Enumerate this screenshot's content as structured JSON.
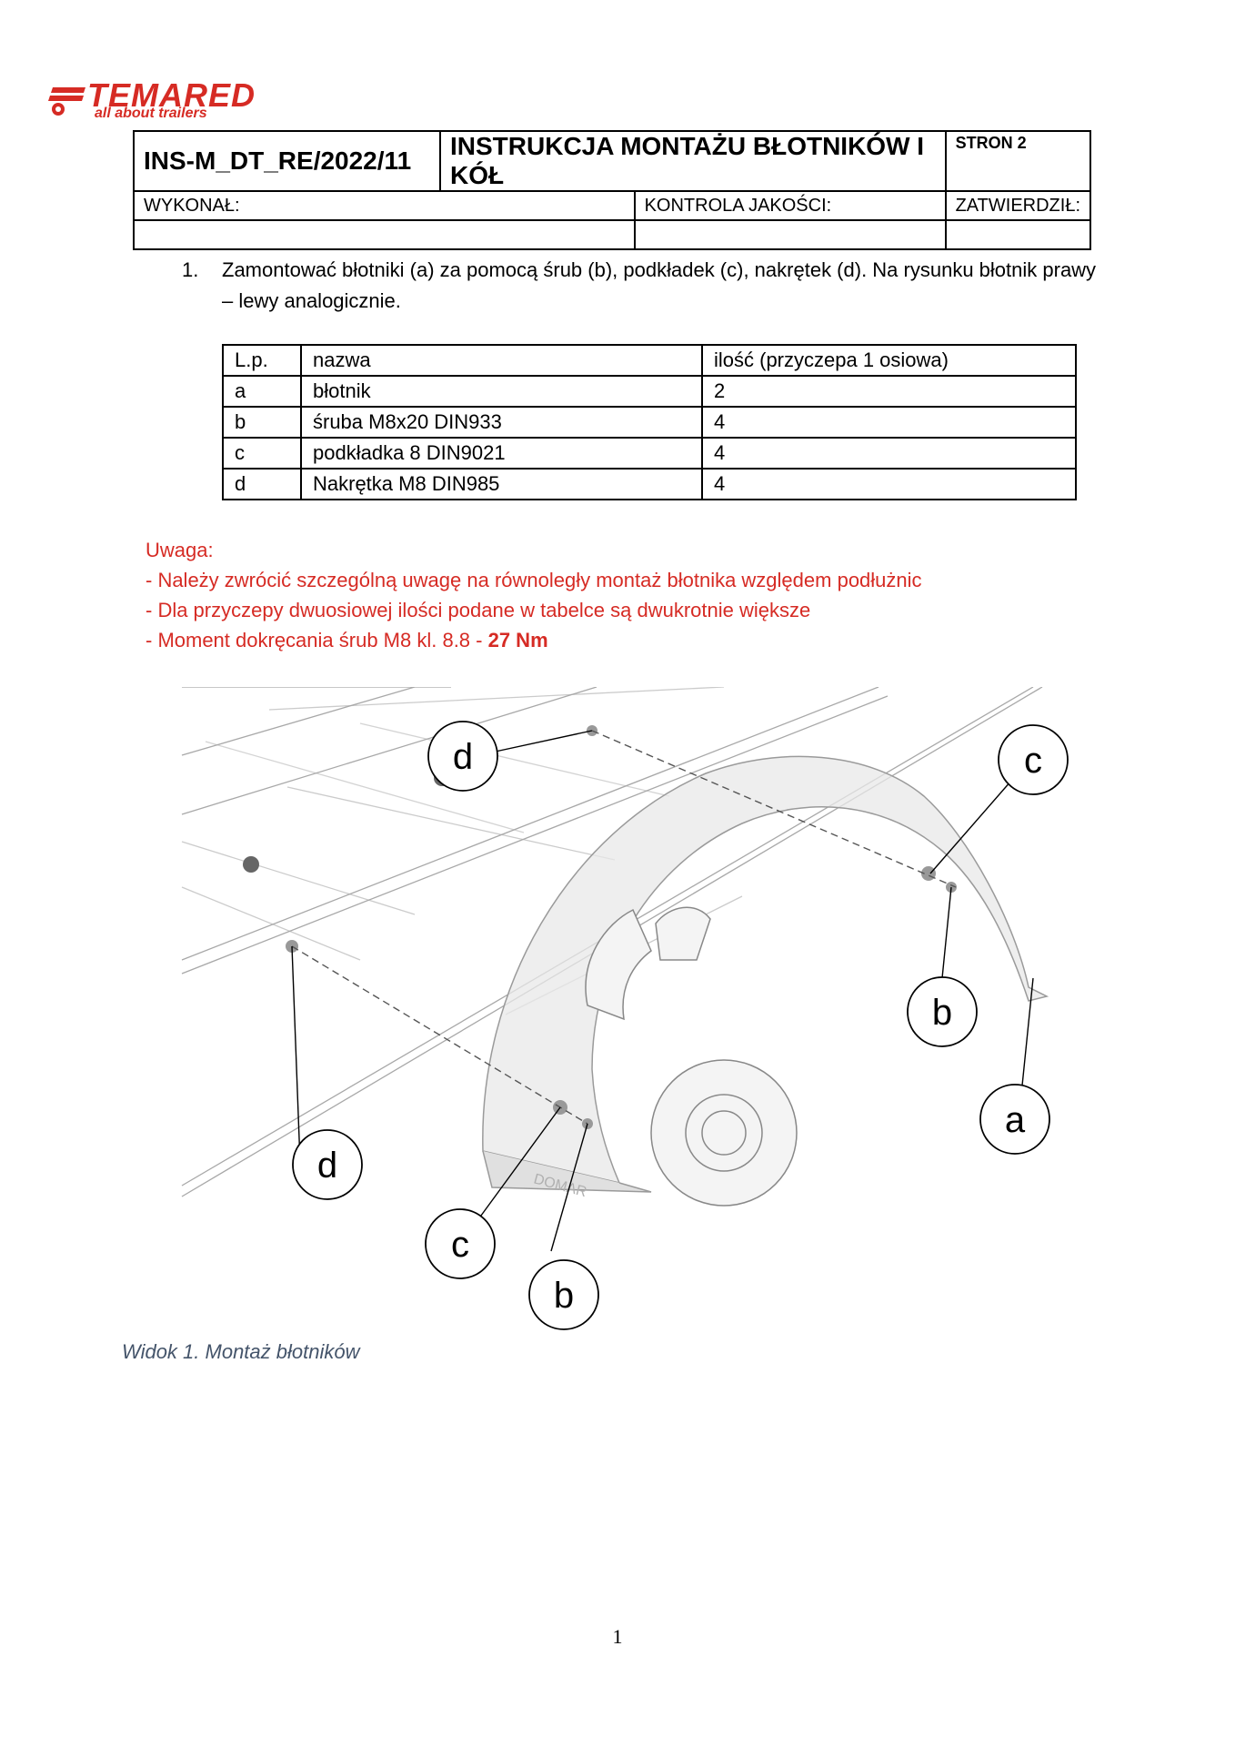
{
  "logo": {
    "name": "TEMARED",
    "tagline": "all about trailers",
    "color": "#d62b24"
  },
  "header": {
    "code": "INS-M_DT_RE/2022/11",
    "title": "INSTRUKCJA MONTAŻU BŁOTNIKÓW I KÓŁ",
    "pages": "STRON 2",
    "performed_by": "WYKONAŁ:",
    "quality_control": "KONTROLA JAKOŚCI:",
    "approved_by": "ZATWIERDZIŁ:"
  },
  "step": {
    "number": "1.",
    "text": "Zamontować błotniki (a) za pomocą śrub (b), podkładek (c), nakrętek (d). Na rysunku błotnik prawy – lewy analogicznie."
  },
  "parts_table": {
    "headers": [
      "L.p.",
      "nazwa",
      "ilość (przyczepa 1 osiowa)"
    ],
    "rows": [
      [
        "a",
        "błotnik",
        "2"
      ],
      [
        "b",
        "śruba M8x20 DIN933",
        "4"
      ],
      [
        "c",
        "podkładka 8 DIN9021",
        "4"
      ],
      [
        "d",
        "Nakrętka M8 DIN985",
        "4"
      ]
    ]
  },
  "warning": {
    "title": "Uwaga:",
    "line1": "- Należy zwrócić szczególną uwagę na równoległy montaż błotnika względem podłużnic",
    "line2": "- Dla przyczepy dwuosiowej ilości podane w tabelce są dwukrotnie większe",
    "line3_prefix": "- Moment dokręcania śrub M8 kl. 8.8 - ",
    "line3_value": "27 Nm",
    "color": "#d62b24"
  },
  "figure": {
    "callouts": [
      "d",
      "c",
      "b",
      "a",
      "d",
      "c",
      "b"
    ],
    "fender_brand": "DOMAR"
  },
  "caption": "Widok 1. Montaż błotników",
  "page_number": "1"
}
